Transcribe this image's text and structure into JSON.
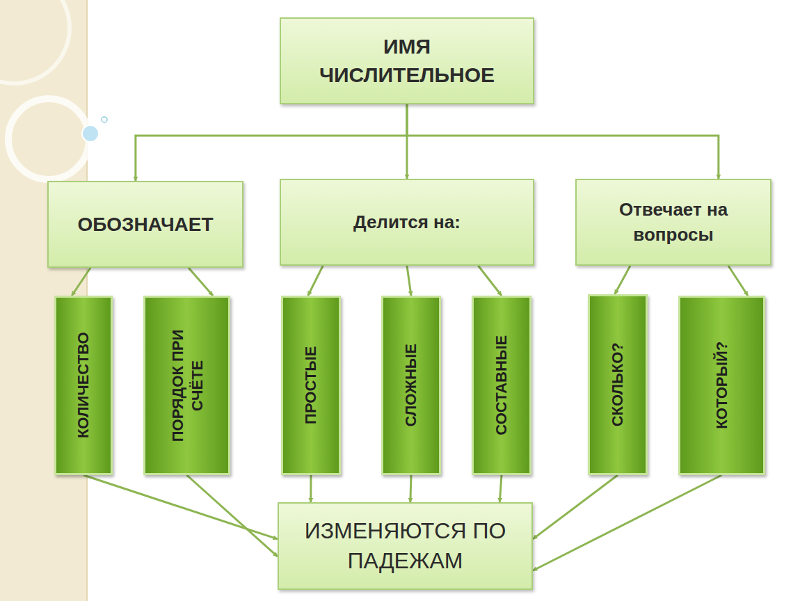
{
  "diagram": {
    "nodes": [
      {
        "text": [
          "ИМЯ ЧИСЛИТЕЛЬНОЕ"
        ]
      },
      {
        "text": [
          "ОБОЗНАЧАЕТ"
        ]
      },
      {
        "text": [
          "Делится на:"
        ]
      },
      {
        "text": [
          "Отвечает на вопросы"
        ]
      },
      {
        "text": [
          "КОЛИЧЕСТВО"
        ]
      },
      {
        "text": [
          "ПОРЯДОК ПРИ СЧЁТЕ"
        ]
      },
      {
        "text": [
          "ПРОСТЫЕ"
        ]
      },
      {
        "text": [
          "СЛОЖНЫЕ"
        ]
      },
      {
        "text": [
          "СОСТАВНЫЕ"
        ]
      },
      {
        "text": [
          "СКОЛЬКО?"
        ]
      },
      {
        "text": [
          "КОТОРЫЙ?"
        ]
      },
      {
        "text": [
          "ИЗМЕНЯЮТСЯ ПО ПАДЕЖАМ"
        ]
      }
    ],
    "edges": [
      {
        "from": 0,
        "to": 1,
        "arrow": "to"
      },
      {
        "from": 0,
        "to": 2,
        "arrow": "to"
      },
      {
        "from": 0,
        "to": 3,
        "arrow": "to"
      },
      {
        "from": 1,
        "to": 4,
        "arrow": "to"
      },
      {
        "from": 1,
        "to": 5,
        "arrow": "to"
      },
      {
        "from": 2,
        "to": 6,
        "arrow": "to"
      },
      {
        "from": 2,
        "to": 7,
        "arrow": "to"
      },
      {
        "from": 2,
        "to": 8,
        "arrow": "to"
      },
      {
        "from": 3,
        "to": 9,
        "arrow": "to"
      },
      {
        "from": 3,
        "to": 10,
        "arrow": "to"
      },
      {
        "from": 4,
        "to": 11,
        "arrow": "to"
      },
      {
        "from": 5,
        "to": 11,
        "arrow": "to"
      },
      {
        "from": 6,
        "to": 11,
        "arrow": "to"
      },
      {
        "from": 7,
        "to": 11,
        "arrow": "to"
      },
      {
        "from": 8,
        "to": 11,
        "arrow": "to"
      },
      {
        "from": 9,
        "to": 11,
        "arrow": "to"
      },
      {
        "from": 10,
        "to": 11,
        "arrow": "to"
      }
    ]
  }
}
